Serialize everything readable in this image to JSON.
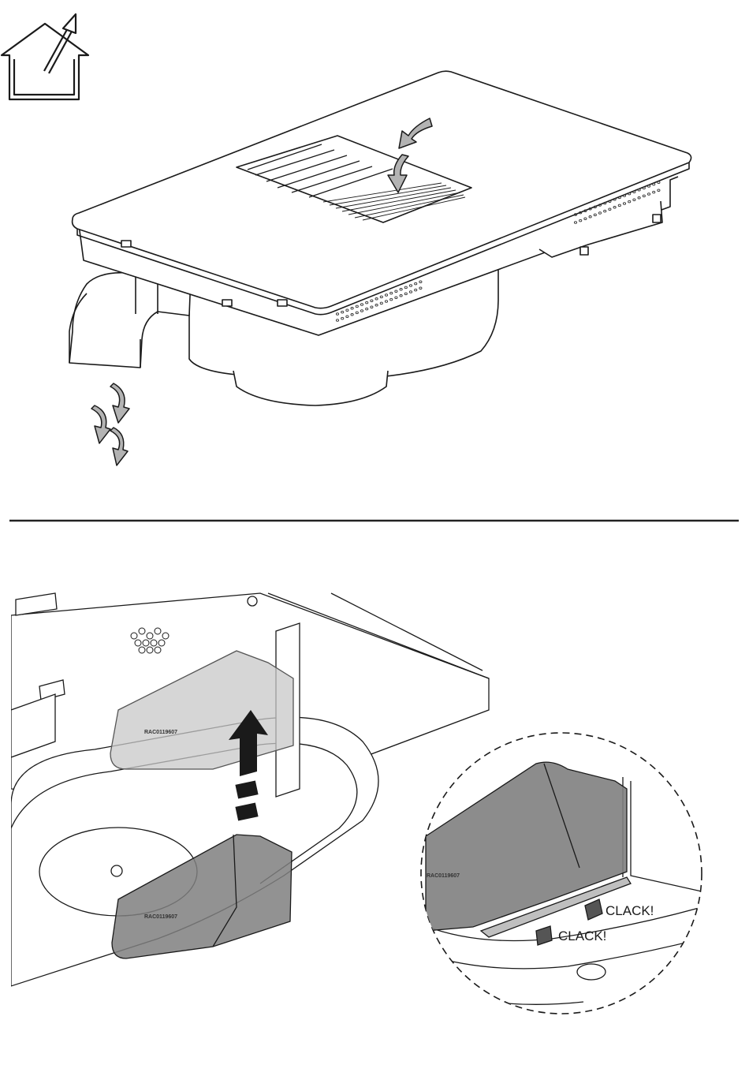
{
  "figure_top": {
    "icon": "house-exhaust-icon",
    "airflow_arrow_count": 5
  },
  "figure_bottom": {
    "part_code": "RAC0119607",
    "callout_text_1": "CLACK!",
    "callout_text_2": "CLACK!"
  },
  "colors": {
    "line": "#1a1a1a",
    "arrow_fill": "#b3b3b3",
    "duct_fill": "#7f7f7f",
    "ghost_fill": "#c8c8c8",
    "divider": "#222222"
  }
}
